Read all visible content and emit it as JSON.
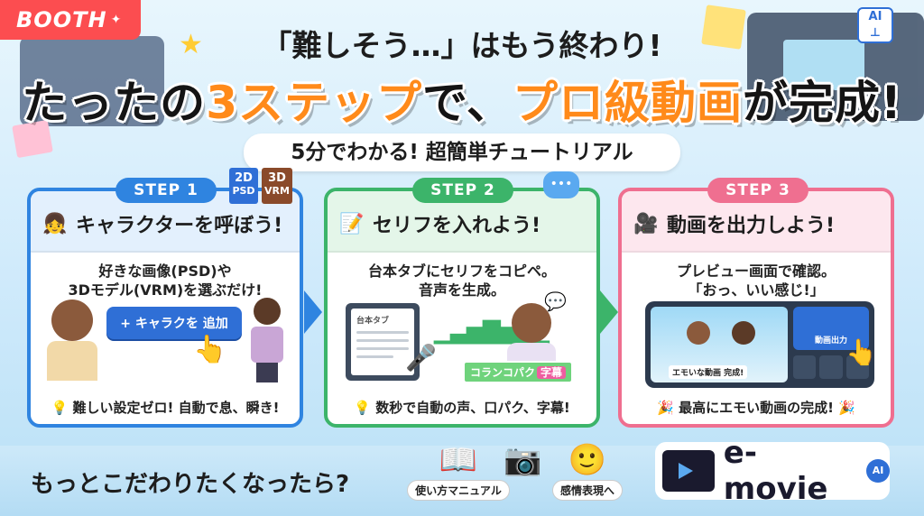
{
  "brand": {
    "booth": "BOOTH",
    "logo": "e-movie",
    "logo_ai": "AI"
  },
  "headline": {
    "line1": "「難しそう…」はもう終わり!",
    "line2_a": "たったの",
    "line2_b": "3ステップ",
    "line2_c": "で、",
    "line2_d": "プロ級動画",
    "line2_e": "が完成!"
  },
  "subtitle": "5分でわかる! 超簡単チュートリアル",
  "steps": [
    {
      "label": "STEP 1",
      "title": "キャラクターを呼ぼう!",
      "desc1": "好きな画像(PSD)や",
      "desc2": "3Dモデル(VRM)を選ぶだけ!",
      "button": "+ キャラクを 追加",
      "badge_2d_a": "2D",
      "badge_2d_b": "PSD",
      "badge_3d_a": "3D",
      "badge_3d_b": "VRM",
      "footer": "難しい設定ゼロ! 自動で息、瞬き!"
    },
    {
      "label": "STEP 2",
      "title": "セリフを入れよう!",
      "desc1": "台本タブにセリフをコピペ。",
      "desc2": "音声を生成。",
      "tab_label": "台本タブ",
      "kuchipaku": "コランコパク",
      "jimaku": "字幕",
      "footer": "数秒で自動の声、口パク、字幕!"
    },
    {
      "label": "STEP 3",
      "title": "動画を出力しよう!",
      "desc1": "プレビュー画面で確認。",
      "desc2": "「おっ、いい感じ!」",
      "caption": "エモいな動画 完成!",
      "export": "動画出力",
      "footer": "最高にエモい動画の完成!"
    }
  ],
  "bottom": {
    "cta": "もっとこだわりたくなったら?",
    "manual": "使い方マニュアル",
    "emotion": "感情表現へ"
  },
  "colors": {
    "step1": "#2f84e0",
    "step2": "#3cb46a",
    "step3": "#ef6f90",
    "accent": "#ff8a1a",
    "booth": "#fc4d50"
  }
}
